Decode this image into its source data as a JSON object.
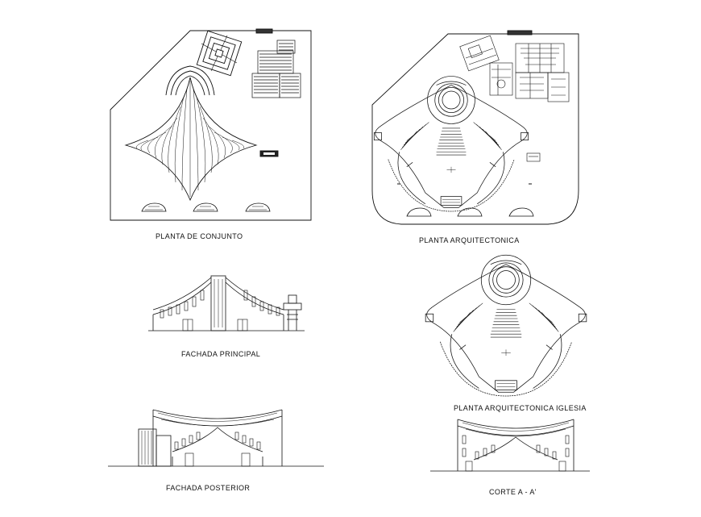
{
  "drawings": {
    "site_plan": {
      "label": "PLANTA DE CONJUNTO"
    },
    "floor_plan": {
      "label": "PLANTA ARQUITECTONICA"
    },
    "main_facade": {
      "label": "FACHADA PRINCIPAL"
    },
    "church_plan": {
      "label": "PLANTA ARQUITECTONICA IGLESIA"
    },
    "rear_facade": {
      "label": "FACHADA POSTERIOR"
    },
    "section": {
      "label": "CORTE A - A'"
    }
  },
  "style": {
    "line_color": "#111111",
    "background": "#ffffff"
  }
}
